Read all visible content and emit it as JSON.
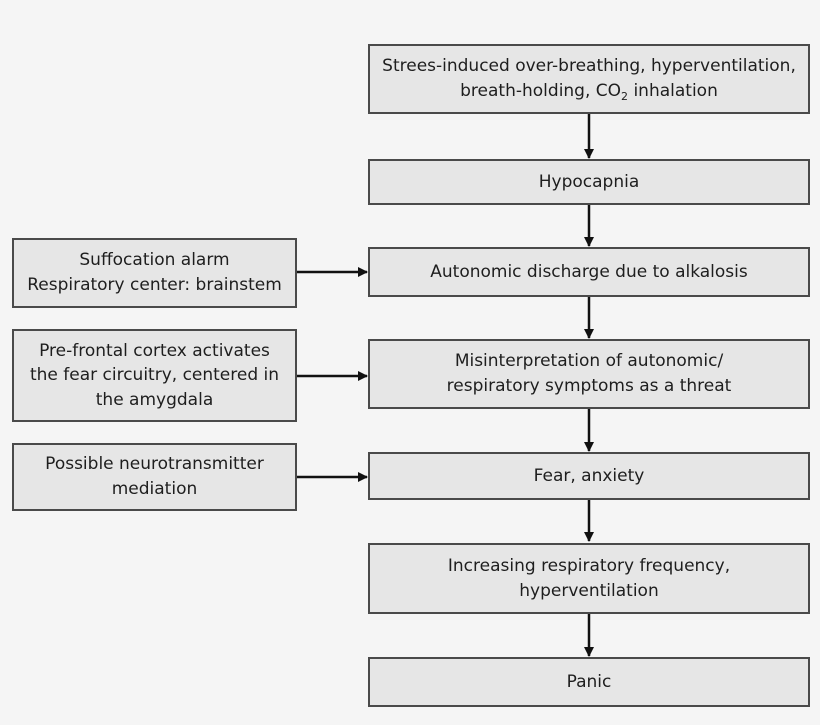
{
  "main_column": {
    "box1": {
      "line1": "Strees-induced over-breathing, hyperventilation,",
      "line2_pre": "breath-holding, CO",
      "line2_sub": "2",
      "line2_post": " inhalation"
    },
    "box2": {
      "line1": "Hypocapnia"
    },
    "box3": {
      "line1": "Autonomic discharge due to alkalosis"
    },
    "box4": {
      "line1": "Misinterpretation of autonomic/",
      "line2": "respiratory symptoms as a threat"
    },
    "box5": {
      "line1": "Fear, anxiety"
    },
    "box6": {
      "line1": "Increasing respiratory frequency,",
      "line2": "hyperventilation"
    },
    "box7": {
      "line1": "Panic"
    }
  },
  "side_column": {
    "side1": {
      "line1": "Suffocation alarm",
      "line2": "Respiratory center: brainstem"
    },
    "side2": {
      "line1": "Pre-frontal cortex activates",
      "line2": "the fear circuitry, centered in",
      "line3": "the amygdala"
    },
    "side3": {
      "line1": "Possible neurotransmitter",
      "line2": "mediation"
    }
  },
  "colors": {
    "box_fill": "#e6e6e6",
    "border": "#4a4a4a",
    "arrow": "#111111",
    "background": "#f5f5f5"
  }
}
